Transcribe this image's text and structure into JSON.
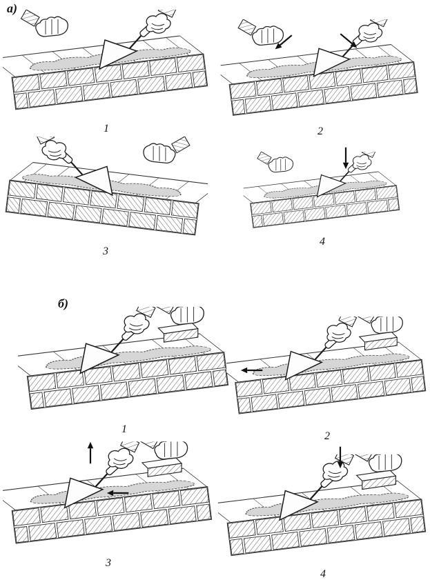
{
  "figure": {
    "description": "Bricklaying technique steps, two methods",
    "sections": [
      {
        "label": "а)",
        "steps": [
          {
            "num": "1"
          },
          {
            "num": "2"
          },
          {
            "num": "3"
          },
          {
            "num": "4"
          }
        ]
      },
      {
        "label": "б)",
        "steps": [
          {
            "num": "1"
          },
          {
            "num": "2"
          },
          {
            "num": "3"
          },
          {
            "num": "4"
          }
        ]
      }
    ]
  }
}
